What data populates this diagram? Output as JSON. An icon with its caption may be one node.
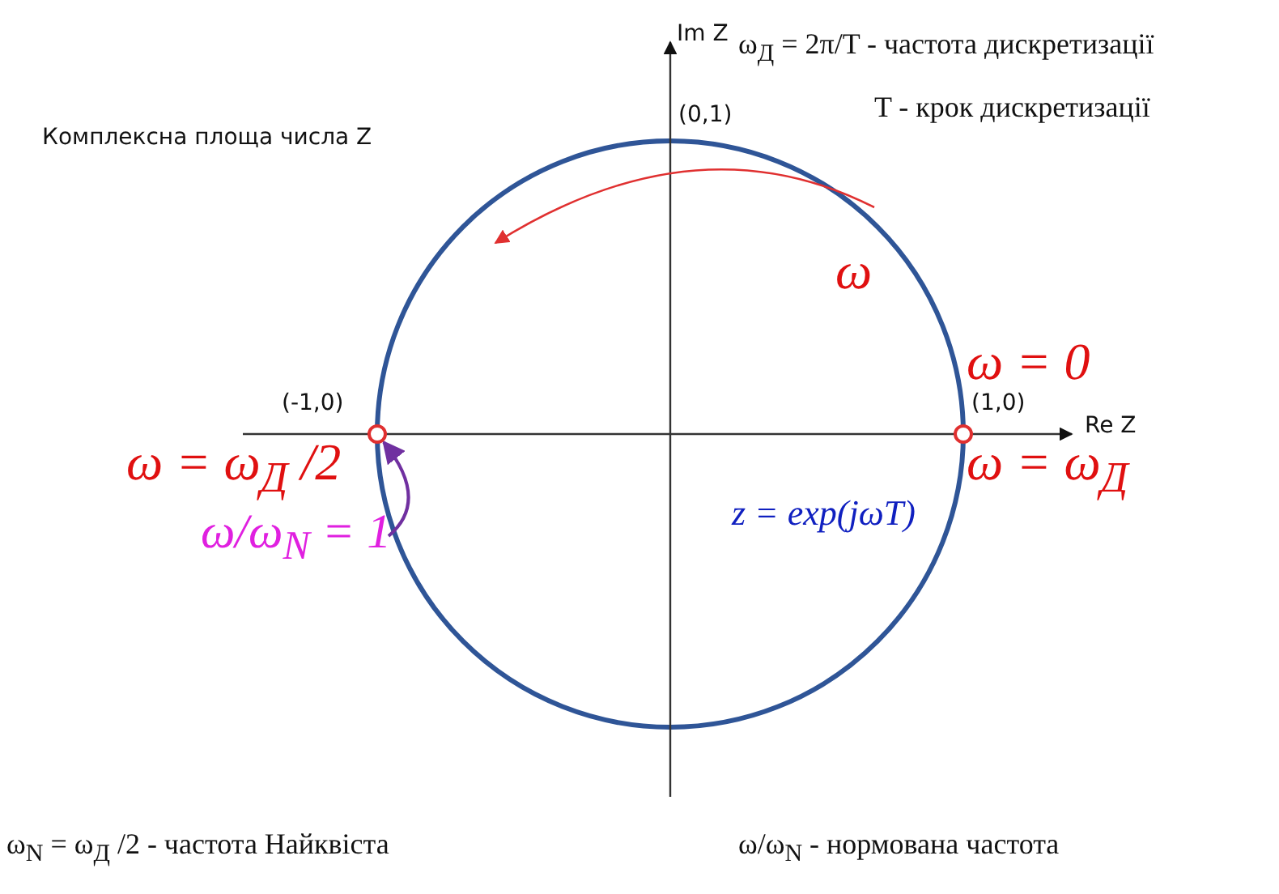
{
  "diagram": {
    "nodes": [
      {
        "text": [
          "ω/ω$_{N}$ = 1"
        ]
      },
      {
        "text": [],
        "shape": "circle"
      },
      {
        "text": [],
        "shape": "circle"
      }
    ],
    "edges": [
      {
        "from": 0,
        "to": 1,
        "arrow": "to",
        "color": "#7030a0"
      }
    ],
    "labels": [
      "Im Z",
      "ω$_{Д}$ = 2π/T - частота дискретизації",
      "(0,1)",
      "T - крок дискретизації",
      "Комплексна площа числа Z",
      "ω",
      "ω = 0",
      "(-1,0)",
      "(1,0)",
      "Re Z",
      "ω = ω$_{Д}$ /2",
      "ω = ω$_{Д}$",
      "z = exp(jωT)",
      "ω$_{N}$ = ω$_{Д}$ /2 - частота Найквіста",
      "ω/ω$_{N}$ - нормована частота"
    ]
  }
}
